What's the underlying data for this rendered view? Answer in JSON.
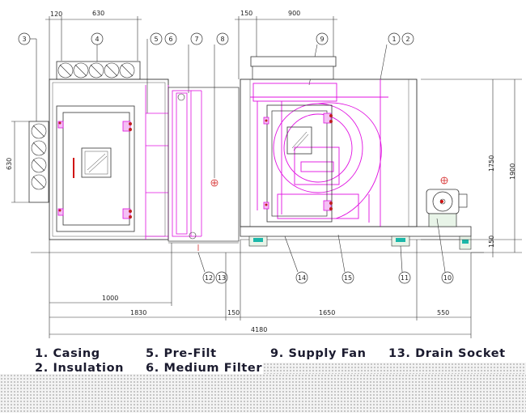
{
  "dimensions": {
    "d120": "120",
    "d630_top": "630",
    "d150_top": "150",
    "d900": "900",
    "d630_side": "630",
    "d1750": "1750",
    "d1900": "1900",
    "d150_right": "150",
    "d1000": "1000",
    "d1830": "1830",
    "d150_bottom": "150",
    "d1650": "1650",
    "d550": "550",
    "d4180": "4180"
  },
  "callouts": {
    "c3": "3",
    "c4": "4",
    "c5": "5",
    "c6": "6",
    "c7": "7",
    "c8": "8",
    "c9": "9",
    "c1": "1",
    "c2": "2",
    "c12": "12",
    "c13": "13",
    "c14": "14",
    "c15": "15",
    "c11": "11",
    "c10": "10"
  },
  "legend": {
    "item1": "1. Casing",
    "item2": "2. Insulation",
    "item5": "5. Pre-Filt",
    "item6": "6. Medium Filter",
    "item9": "9. Supply Fan",
    "item13": "13. Drain Socket"
  },
  "colors": {
    "line": "#3a3a3a",
    "magenta": "#e010e0",
    "dimension": "#222222"
  }
}
